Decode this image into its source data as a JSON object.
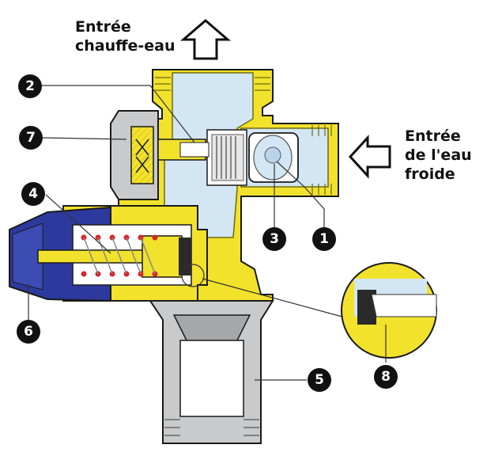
{
  "labels": {
    "entree_chauffe_eau": [
      "Entrée",
      "chauffe-eau"
    ],
    "entree_eau_froide": [
      "Entrée",
      "de l'eau",
      "froide"
    ]
  },
  "callouts": [
    "1",
    "2",
    "3",
    "4",
    "5",
    "6",
    "7",
    "8"
  ],
  "colors": {
    "brass": "#f2e22c",
    "brass_dark": "#6f6a12",
    "water": "#d3e6f3",
    "steel": "#c9cacb",
    "knob_blue": "#2c3a9d",
    "spring_red": "#d6262b",
    "outline": "#1a1a1a"
  }
}
